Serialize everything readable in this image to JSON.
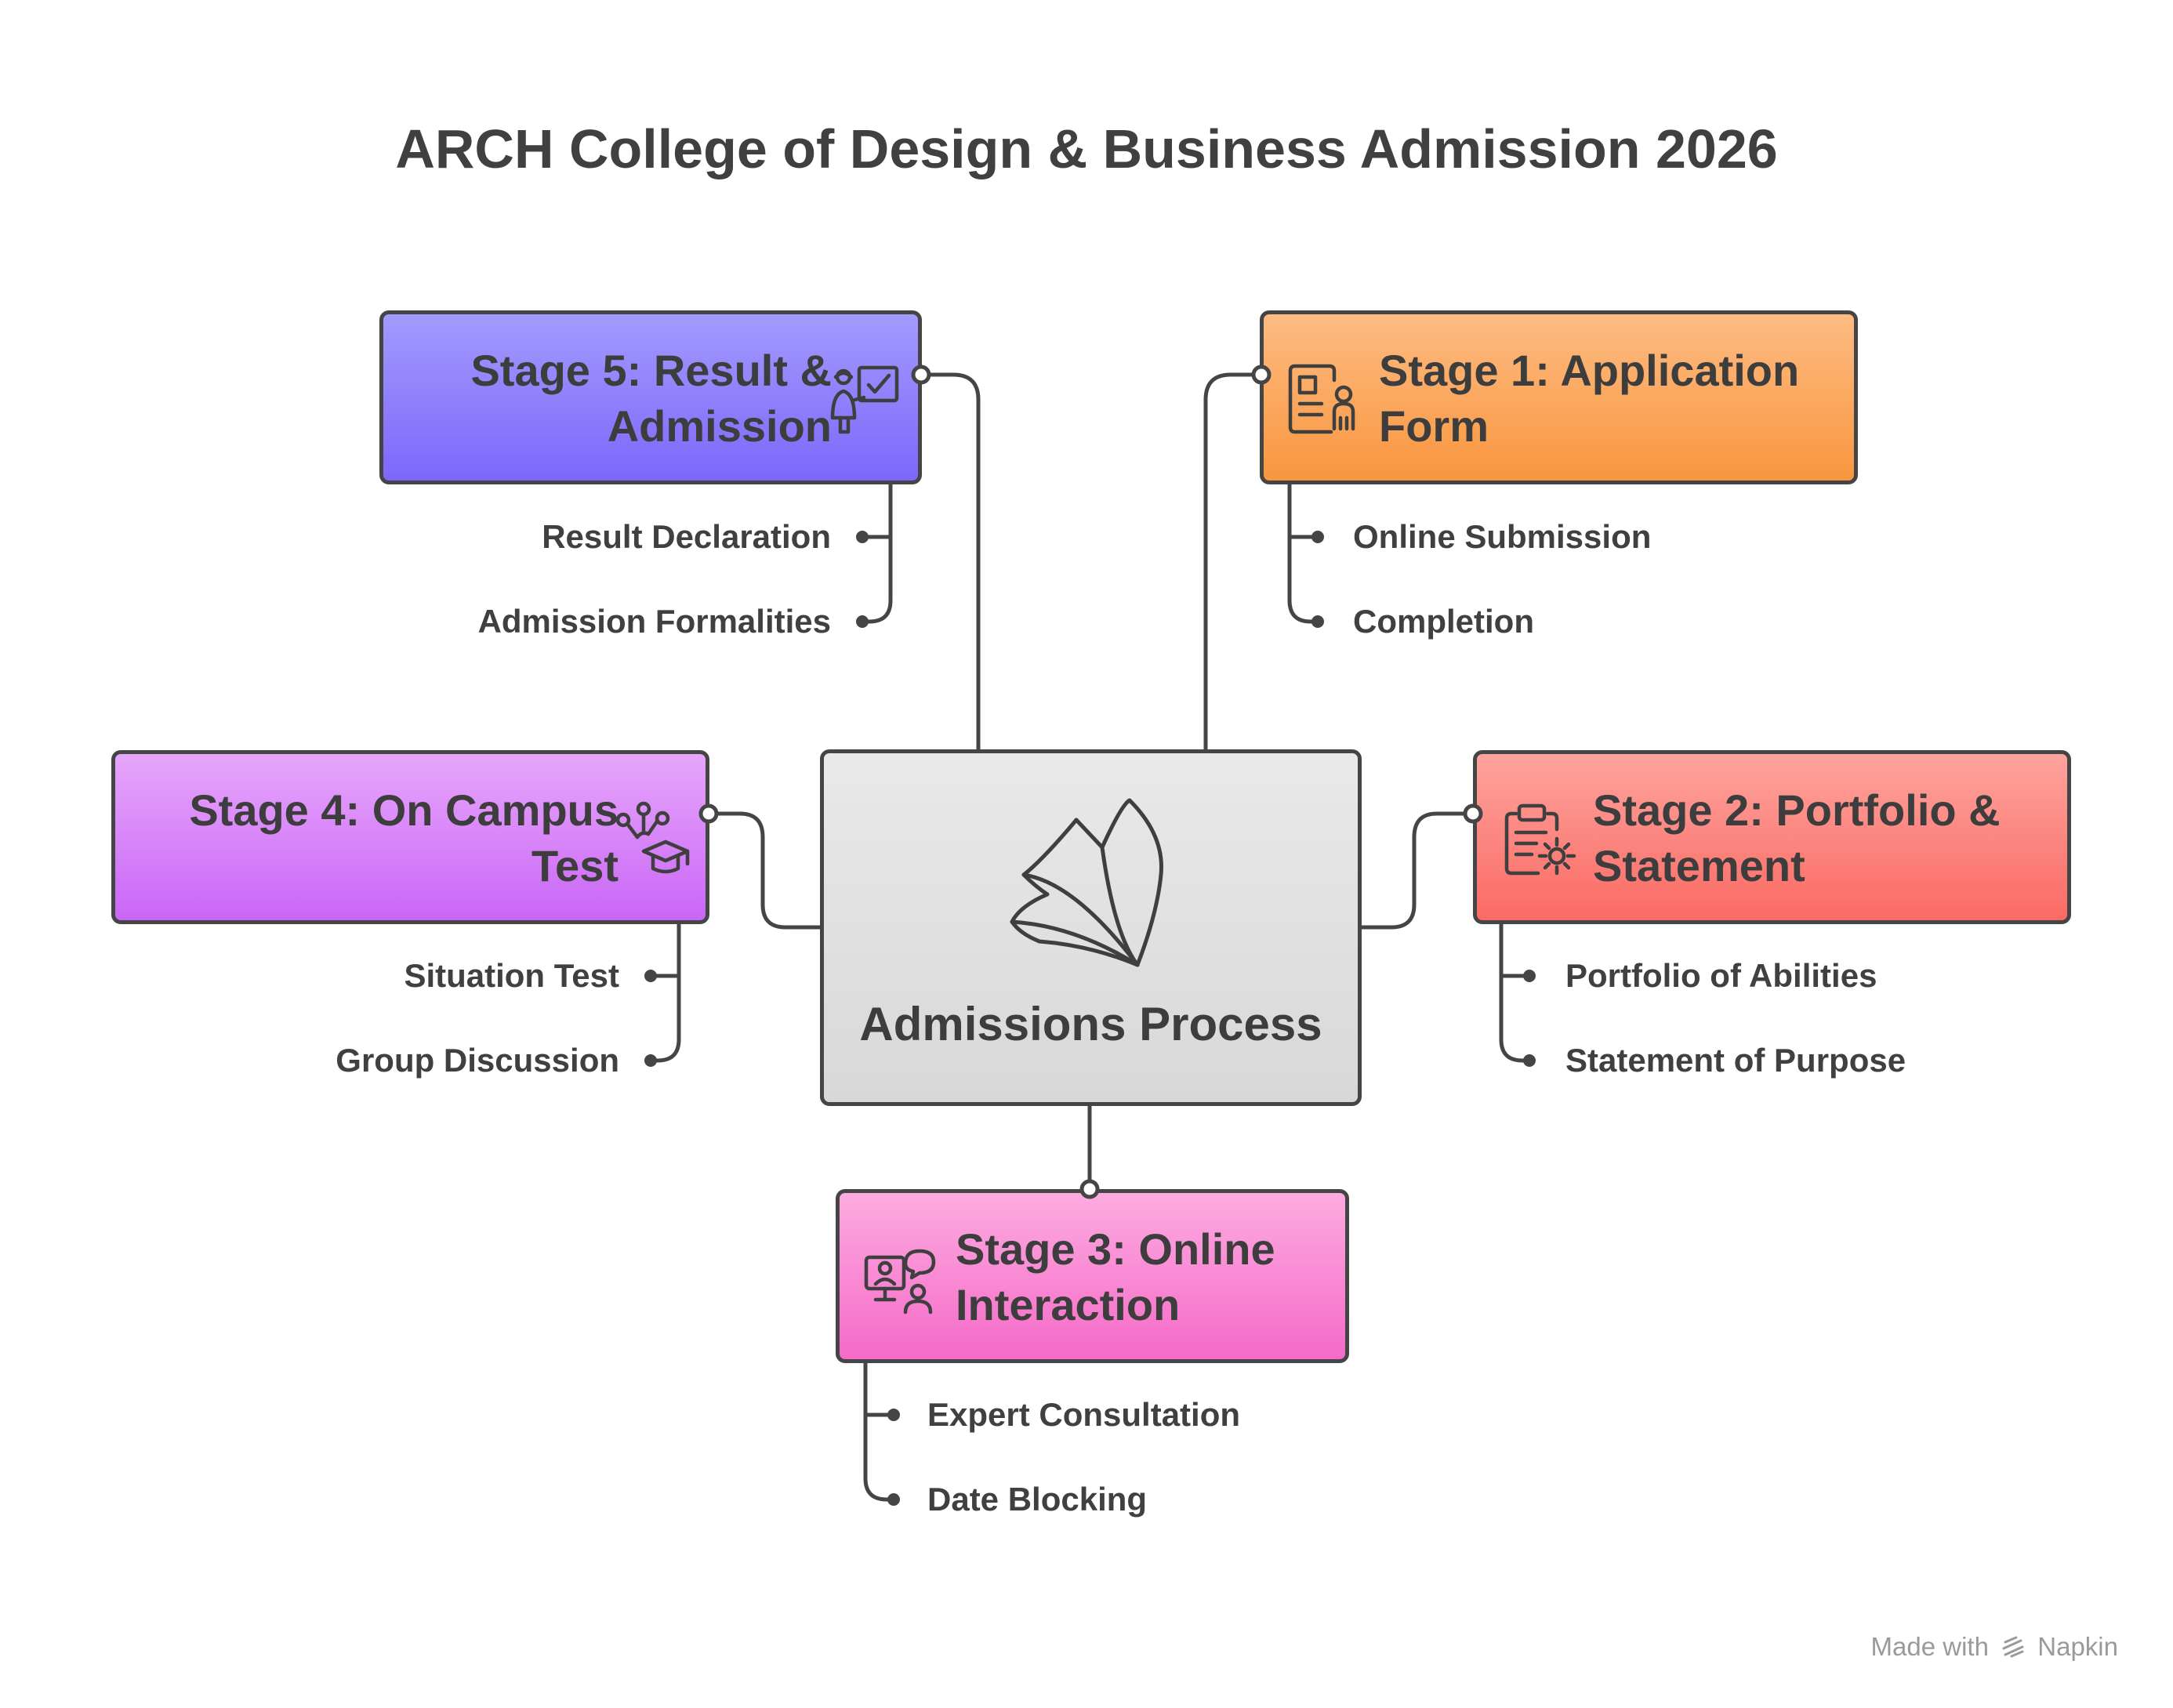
{
  "title": "ARCH College of Design & Business Admission 2026",
  "center": {
    "label": "Admissions Process",
    "icon": "folded-pages-icon",
    "color": "#e2e2e2"
  },
  "stages": [
    {
      "id": "stage-1",
      "title": "Stage 1: Application\nForm",
      "icon": "application-form-person-icon",
      "color": "#fba35a",
      "items": [
        "Online Submission",
        "Completion"
      ]
    },
    {
      "id": "stage-2",
      "title": "Stage 2: Portfolio &\nStatement",
      "icon": "clipboard-gear-icon",
      "color": "#fd7c76",
      "items": [
        "Portfolio of Abilities",
        "Statement of Purpose"
      ]
    },
    {
      "id": "stage-3",
      "title": "Stage 3: Online\nInteraction",
      "icon": "video-chat-icon",
      "color": "#fb8fd6",
      "items": [
        "Expert Consultation",
        "Date Blocking"
      ]
    },
    {
      "id": "stage-4",
      "title": "Stage 4: On Campus\nTest",
      "icon": "graduation-cap-network-icon",
      "color": "#d98af8",
      "items": [
        "Situation Test",
        "Group Discussion"
      ]
    },
    {
      "id": "stage-5",
      "title": "Stage 5: Result &\nAdmission",
      "icon": "presenter-checkmark-icon",
      "color": "#8e7cfb",
      "items": [
        "Result Declaration",
        "Admission Formalities"
      ]
    }
  ],
  "footer": {
    "prefix": "Made with",
    "brand": "Napkin",
    "icon": "napkin-logo-icon"
  }
}
